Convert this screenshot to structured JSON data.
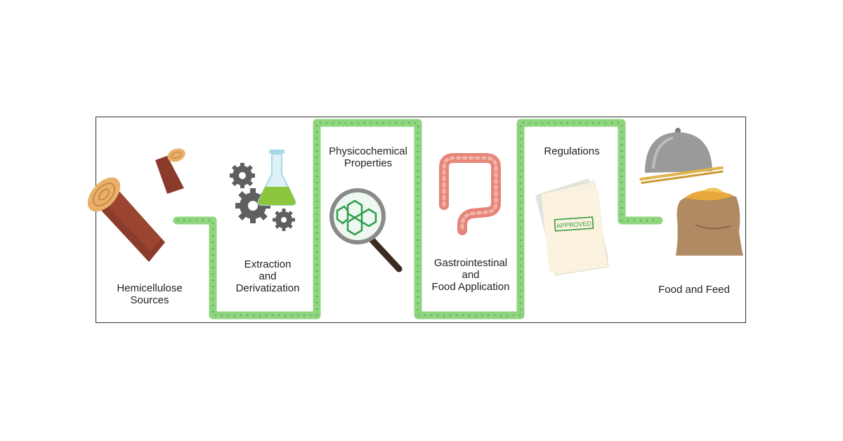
{
  "stages": [
    {
      "id": "hemicellulose-sources",
      "lines": [
        "Hemicellulose",
        "Sources"
      ]
    },
    {
      "id": "extraction-derivatization",
      "lines": [
        "Extraction",
        "and",
        "Derivatization"
      ]
    },
    {
      "id": "physicochemical-properties",
      "lines": [
        "Physicochemical",
        "Properties"
      ]
    },
    {
      "id": "gastrointestinal-food-application",
      "lines": [
        "Gastrointestinal",
        "and",
        "Food Application"
      ]
    },
    {
      "id": "regulations",
      "lines": [
        "Regulations"
      ]
    },
    {
      "id": "food-and-feed",
      "lines": [
        "Food and Feed"
      ]
    }
  ],
  "stamp_text": "APPROVED",
  "colors": {
    "path_green": "#8fd47f",
    "chevron_green": "#3f9e3a",
    "wood_bark": "#8a3b2a",
    "wood_ring": "#e8b06a",
    "flask_liquid": "#8cc63f",
    "gear": "#5f5f5f",
    "intestine": "#e6857a",
    "stamp_green": "#3b9a44",
    "cloche": "#9a9a9a",
    "sack": "#b08a62"
  },
  "icons": [
    "wood-log-icon",
    "gears-icon",
    "flask-icon",
    "magnifier-icon",
    "intestine-icon",
    "document-icon",
    "cloche-icon",
    "sack-icon"
  ]
}
